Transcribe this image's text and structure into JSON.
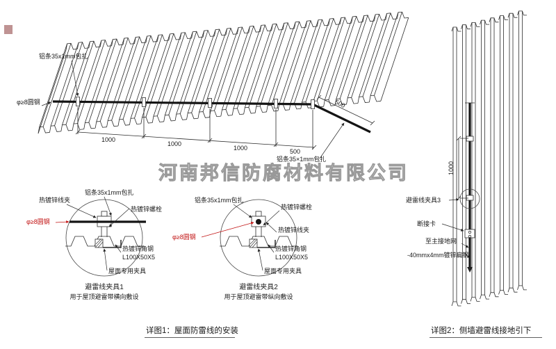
{
  "watermark": "河南邦信防腐材料有限公司",
  "colors": {
    "accent_red": "#c11212",
    "watermark_gray": "#999999",
    "line": "#2b2b2b"
  },
  "roof": {
    "label_strip_top": "铝条35x1mm包扎",
    "label_round_steel": "φ≥8圆钢",
    "label_strip_right": "铝条35×1mm包扎",
    "dim1": "1000",
    "dim2": "1000",
    "dim3": "1000",
    "dim4": "500",
    "dim_slope": "500"
  },
  "detail1": {
    "label_clip": "热镀锌线夹",
    "label_strip": "铝条35x1mm包扎",
    "label_bolt": "热镀锌螺栓",
    "label_round_steel": "φ≥8圆钢",
    "label_angle": "热镀锌角钢",
    "label_angle_spec": "L100X50X5",
    "label_clamp": "屋面专用夹具",
    "title": "避雷线夹具1",
    "subtitle": "用于屋顶避雷带横向敷设"
  },
  "detail2": {
    "label_strip": "铝条35x1mm包扎",
    "label_bolt": "热镀锌螺栓",
    "label_round_steel": "φ≥8圆钢",
    "label_clip": "热镀锌线夹",
    "label_angle": "热镀锌角钢",
    "label_angle_spec": "L100X50X5",
    "label_clamp": "屋面专用夹具",
    "title": "避雷线夹具2",
    "subtitle": "用于屋顶避雷带纵向敷设"
  },
  "wall": {
    "dim": "1000",
    "label_clamp3": "避雷线夹具3",
    "label_disconnect": "断接卡",
    "label_ground": "至主接地网",
    "label_flat_steel": "-40mmx4mm镀锌扁钢"
  },
  "captions": {
    "fig1": "详图1：屋面防雷线的安装",
    "fig2": "详图2：侧墙避雷线接地引下"
  }
}
